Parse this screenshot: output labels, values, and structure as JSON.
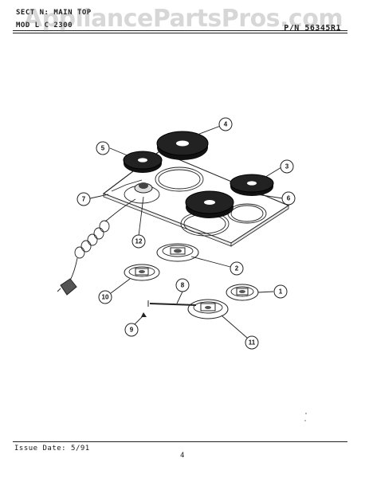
{
  "header": {
    "section_label": "SECT  N:  MAIN TOP",
    "model_label": "MOD  L  C 2300",
    "part_number": "P/N 56345R1"
  },
  "watermark": "AppliancePartsPros.com",
  "footer": {
    "issue_date": "Issue Date: 5/91",
    "page_number": "4"
  },
  "callouts": [
    "1",
    "2",
    "3",
    "4",
    "5",
    "6",
    "7",
    "8",
    "9",
    "10",
    "11",
    "12"
  ]
}
